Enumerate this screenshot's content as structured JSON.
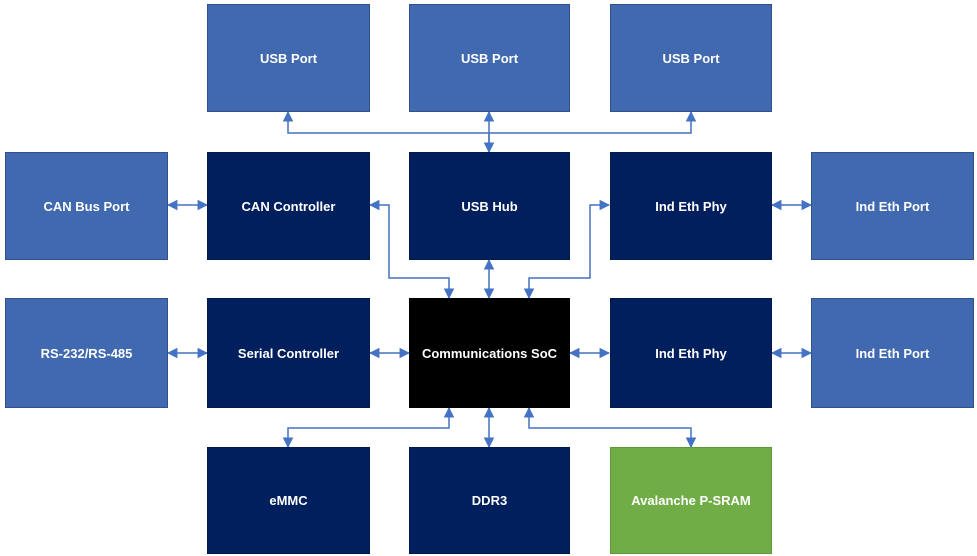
{
  "colors": {
    "peripheral": "#4169b0",
    "controller": "#001f5c",
    "soc": "#000000",
    "sram": "#70ad47",
    "connector": "#4472c4"
  },
  "blocks": {
    "usb_port_1": "USB Port",
    "usb_port_2": "USB Port",
    "usb_port_3": "USB Port",
    "can_bus_port": "CAN Bus Port",
    "can_controller": "CAN Controller",
    "usb_hub": "USB Hub",
    "ind_eth_phy_1": "Ind Eth Phy",
    "ind_eth_port_1": "Ind Eth Port",
    "rs232_rs485": "RS-232/RS-485",
    "serial_controller": "Serial Controller",
    "communications_soc": "Communications SoC",
    "ind_eth_phy_2": "Ind Eth Phy",
    "ind_eth_port_2": "Ind Eth Port",
    "emmc": "eMMC",
    "ddr3": "DDR3",
    "avalanche_psram": "Avalanche P-SRAM"
  }
}
